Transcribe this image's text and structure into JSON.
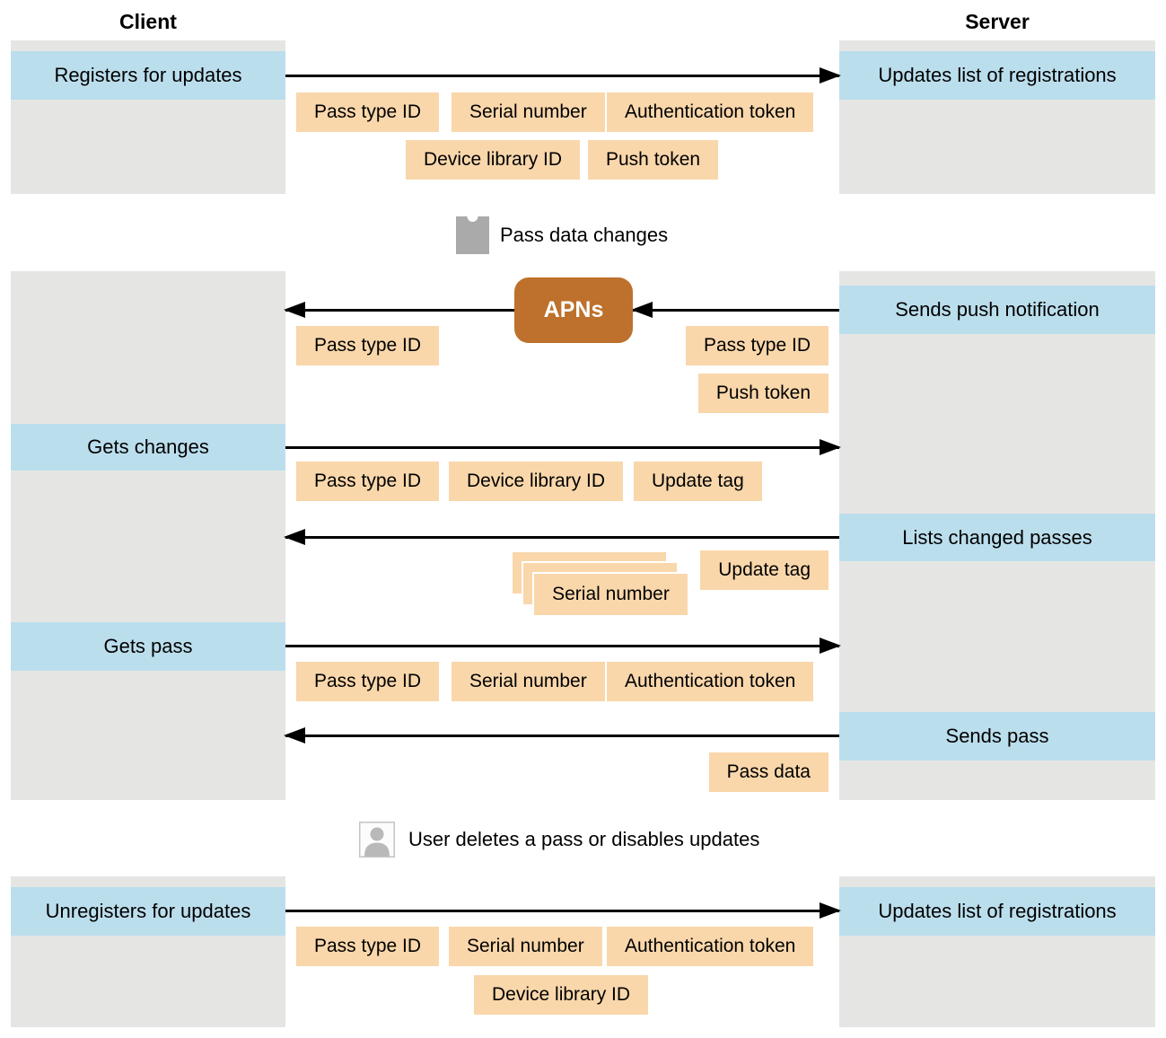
{
  "headers": {
    "client": "Client",
    "server": "Server"
  },
  "rows": {
    "registers_for_updates": "Registers for updates",
    "updates_list_of_registrations": "Updates list of registrations",
    "sends_push_notification": "Sends push notification",
    "gets_changes": "Gets changes",
    "lists_changed_passes": "Lists changed passes",
    "gets_pass": "Gets pass",
    "sends_pass": "Sends pass",
    "unregisters_for_updates": "Unregisters for updates"
  },
  "labels": {
    "pass_type_id": "Pass type ID",
    "serial_number": "Serial number",
    "authentication_token": "Authentication token",
    "device_library_id": "Device library ID",
    "push_token": "Push token",
    "update_tag": "Update tag",
    "pass_data": "Pass data",
    "apns": "APNs"
  },
  "annotations": {
    "pass_data_changes": "Pass data changes",
    "user_deletes": "User deletes a pass or disables updates"
  },
  "colors": {
    "panel_gray": "#e5e6e3",
    "highlight_blue": "#bbdeed",
    "tag_orange": "#f9d7ab",
    "apns_brown": "#bd712c",
    "arrow_black": "#000000",
    "icon_gray": "#aaaaaa"
  }
}
